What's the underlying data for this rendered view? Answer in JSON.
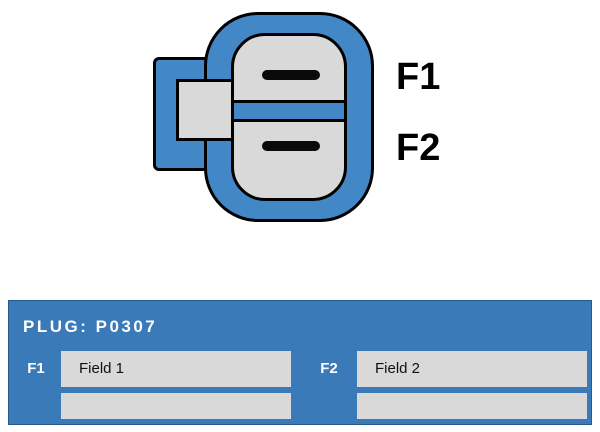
{
  "colors": {
    "connector_blue": "#4287c6",
    "table_blue": "#3a7ab8",
    "cell_gray": "#d9d9d9"
  },
  "diagram": {
    "terminals": [
      {
        "label": "F1"
      },
      {
        "label": "F2"
      }
    ]
  },
  "table": {
    "title": "PLUG: P0307",
    "row": {
      "code1": "F1",
      "field1": "Field 1",
      "code2": "F2",
      "field2": "Field 2"
    }
  }
}
